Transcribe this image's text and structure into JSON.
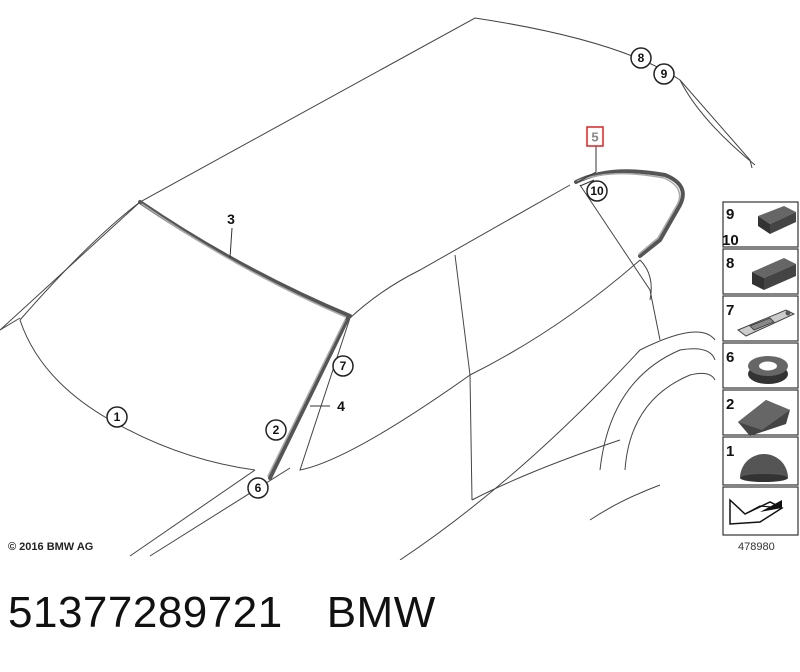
{
  "callouts": {
    "c1": "1",
    "c2": "2",
    "c3": "3",
    "c4": "4",
    "c5": "5",
    "c6": "6",
    "c7": "7",
    "c8": "8",
    "c9": "9",
    "c10": "10"
  },
  "legend": {
    "items": [
      "9",
      "10",
      "8",
      "7",
      "6",
      "2",
      "1"
    ]
  },
  "copyright": "© 2016 BMW AG",
  "diagram_id": "478980",
  "caption": {
    "part_number": "51377289721",
    "brand": "BMW"
  },
  "colors": {
    "highlight": "#dd2222",
    "part_fill": "#444444"
  }
}
